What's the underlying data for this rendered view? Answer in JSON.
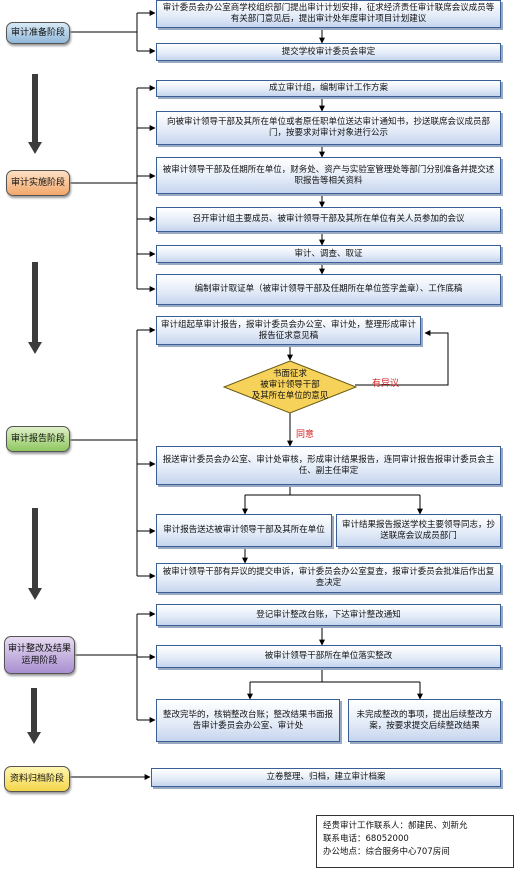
{
  "stages": {
    "prep": "审计准备阶段",
    "impl": "审计实施阶段",
    "report": "审计报告阶段",
    "rectify": "审计整改及结果运用阶段",
    "archive": "资料归档阶段"
  },
  "steps": {
    "s1": "审计委员会办公室商学校组织部门提出审计计划安排，征求经济责任审计联席会议成员等有关部门意见后，提出审计处年度审计项目计划建议",
    "s2": "提交学校审计委员会审定",
    "s3": "成立审计组，编制审计工作方案",
    "s4": "向被审计领导干部及其所在单位或者原任职单位送达审计通知书，抄送联席会议成员部门，按要求对审计对象进行公示",
    "s5": "被审计领导干部及任期所在单位，财务处、资产与实验室管理处等部门分别准备并提交述职报告等相关资料",
    "s6": "召开审计组主要成员、被审计领导干部及其所在单位有关人员参加的会议",
    "s7": "审计、调查、取证",
    "s8": "编制审计取证单（被审计领导干部及任期所在单位签字盖章）、工作底稿",
    "s9": "审计组起草审计报告，报审计委员会办公室、审计处，整理形成审计报告征求意见稿",
    "s10": "报送审计委员会办公室、审计处审核，形成审计结果报告，连同审计报告报审计委员会主任、副主任审定",
    "s11": "审计报告送达被审计领导干部及其所在单位",
    "s12": "审计结果报告报送学校主要领导同志，抄送联席会议成员部门",
    "s13": "被审计领导干部有异议的提交申诉，审计委员会办公室复查，报审计委员会批准后作出复查决定",
    "s14": "登记审计整改台账，下达审计整改通知",
    "s15": "被审计领导干部所在单位落实整改",
    "s16": "整改完毕的，核销整改台账；整改结果书面报告审计委员会办公室、审计处",
    "s17": "未完成整改的事项，提出后续整改方案，按要求提交后续整改结果",
    "s18": "立卷整理、归档，建立审计档案"
  },
  "decision": {
    "text": "书面征求\n被审计领导干部\n及其所在单位的意见",
    "objection": "有异议",
    "agree": "同意"
  },
  "contact": {
    "people": "经贵审计工作联系人：郝建民、刘新允",
    "phone": "联系电话：68052000",
    "office": "办公地点：综合服务中心707房间"
  }
}
